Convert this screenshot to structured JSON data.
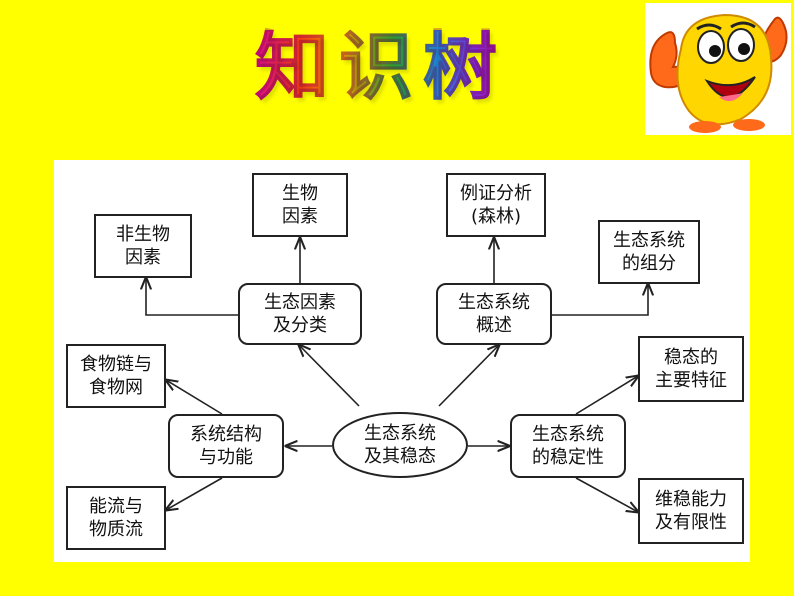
{
  "title": "知识树",
  "nodes": {
    "center": "生态系统\n及其稳态",
    "factors": "生态因素\n及分类",
    "overview": "生态系统\n概述",
    "structure": "系统结构\n与功能",
    "stability": "生态系统\n的稳定性",
    "biotic": "生物\n因素",
    "abiotic": "非生物\n因素",
    "example": "例证分析\n(森林)",
    "composition": "生态系统\n的组分",
    "foodchain": "食物链与\n食物网",
    "energy": "能流与\n物质流",
    "features": "稳态的\n主要特征",
    "capacity": "维稳能力\n及有限性"
  },
  "colors": {
    "background": "#ffff00",
    "face": "#ffd600",
    "cheeks": "#ff7a1a",
    "lines": "#222222"
  },
  "icons": [
    "cartoon-face-mascot-icon"
  ]
}
